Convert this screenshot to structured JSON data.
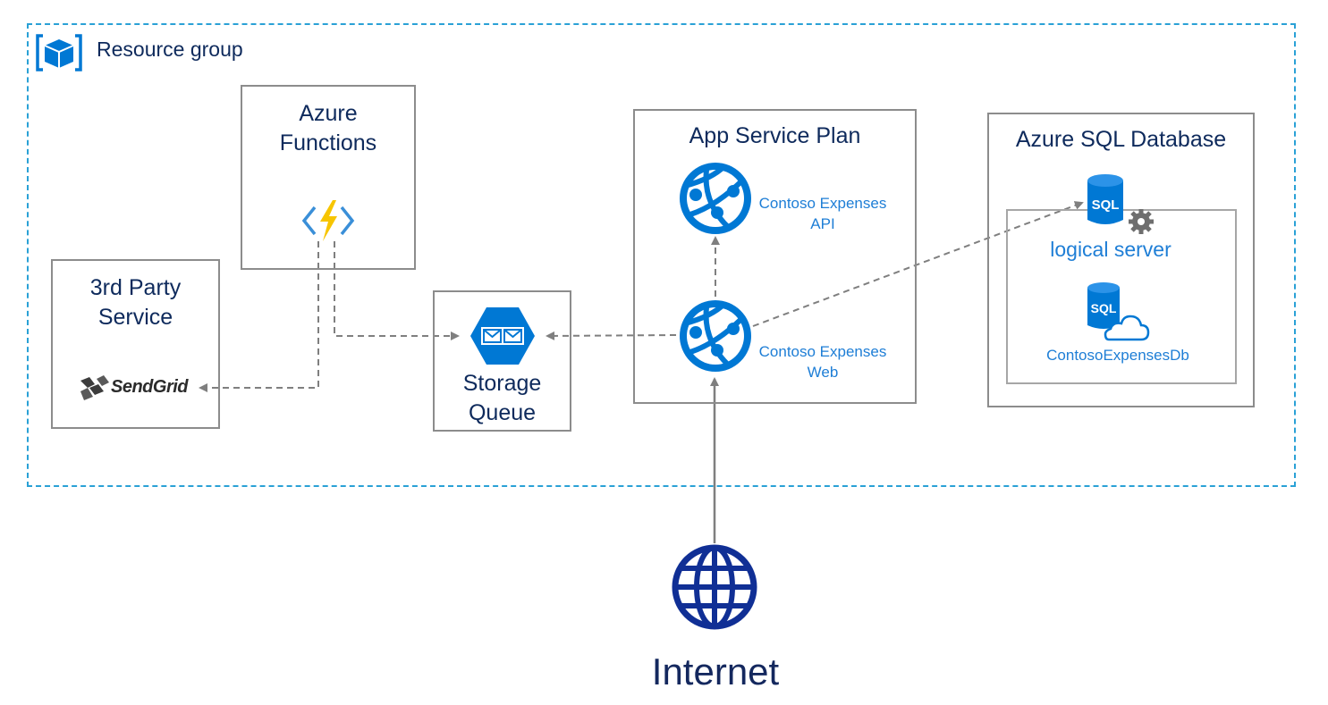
{
  "resource_group": {
    "label": "Resource group"
  },
  "functions": {
    "title": "Azure\nFunctions"
  },
  "third_party": {
    "title": "3rd Party\nService",
    "provider": "SendGrid"
  },
  "storage_queue": {
    "title": "Storage\nQueue"
  },
  "app_service_plan": {
    "title": "App Service Plan",
    "api_label": "Contoso Expenses\nAPI",
    "web_label": "Contoso Expenses\nWeb"
  },
  "sql": {
    "title": "Azure SQL Database",
    "server_label": "logical server",
    "db_label": "ContosoExpensesDb",
    "icon_text": "SQL"
  },
  "internet": {
    "label": "Internet"
  },
  "colors": {
    "dark_text": "#0e2a5c",
    "service_blue": "#1e7ed6",
    "icon_blue": "#0078d4",
    "group_border": "#2aa1d6",
    "box_border": "#8c8c8c",
    "connector": "#7f7f7f",
    "internet_blue": "#102f95",
    "lightning": "#f7c500"
  },
  "icons": [
    "resource-group-cube-icon",
    "azure-functions-icon",
    "sendgrid-logo-icon",
    "storage-queue-icon",
    "web-app-globe-icon",
    "sql-database-icon",
    "gear-icon",
    "cloud-icon",
    "internet-globe-icon"
  ]
}
